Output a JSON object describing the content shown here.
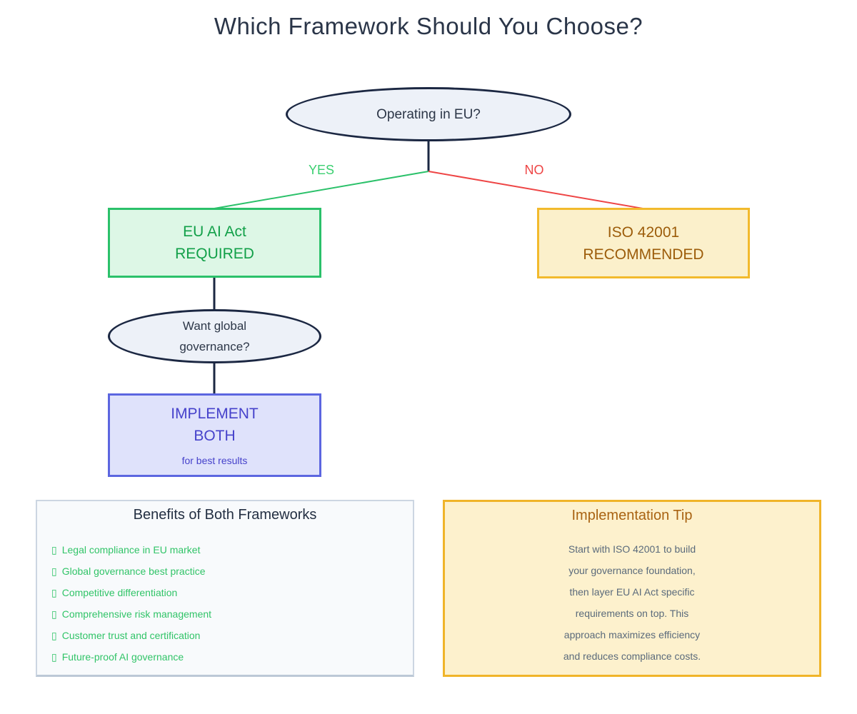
{
  "title": "Which Framework Should You Choose?",
  "flowchart": {
    "decision1": "Operating in EU?",
    "yes_label": "YES",
    "no_label": "NO",
    "eu_box": {
      "line1": "EU AI Act",
      "line2": "REQUIRED"
    },
    "iso_box": {
      "line1": "ISO 42001",
      "line2": "RECOMMENDED"
    },
    "decision2": {
      "line1": "Want global",
      "line2": "governance?"
    },
    "both_box": {
      "line1": "IMPLEMENT",
      "line2": "BOTH",
      "subtitle": "for best results"
    }
  },
  "benefits": {
    "title": "Benefits of Both Frameworks",
    "bullet_glyph": "▯",
    "items": [
      "Legal compliance in EU market",
      "Global governance best practice",
      "Competitive differentiation",
      "Comprehensive risk management",
      "Customer trust and certification",
      "Future-proof AI governance"
    ]
  },
  "tip": {
    "title": "Implementation Tip",
    "lines": [
      "Start with ISO 42001 to build",
      "your governance foundation,",
      "then layer EU AI Act specific",
      "requirements on top. This",
      "approach maximizes efficiency",
      "and reduces compliance costs."
    ]
  },
  "colors": {
    "title_text": "#2a3548",
    "decision_fill": "#edf1f8",
    "decision_border": "#1b2742",
    "connector_dark": "#1b2742",
    "yes_green": "#3bcf70",
    "no_red": "#ee4545",
    "eu_box_fill": "#ddf7e6",
    "eu_box_border": "#2bc16a",
    "eu_box_text": "#12a049",
    "iso_box_fill": "#fbf0cb",
    "iso_box_border": "#f2ba2d",
    "iso_box_text": "#9c5c0a",
    "both_box_fill": "#dfe2fb",
    "both_box_border": "#5c66e0",
    "both_box_text": "#4642cb",
    "benefits_panel_fill": "#f8fafc",
    "benefits_panel_border": "#ccd6e2",
    "benefit_item_text": "#31c468",
    "tip_panel_fill": "#fdf1cd",
    "tip_panel_border": "#f0b429",
    "tip_title_text": "#a96312",
    "tip_body_text": "#5a6a7b"
  }
}
